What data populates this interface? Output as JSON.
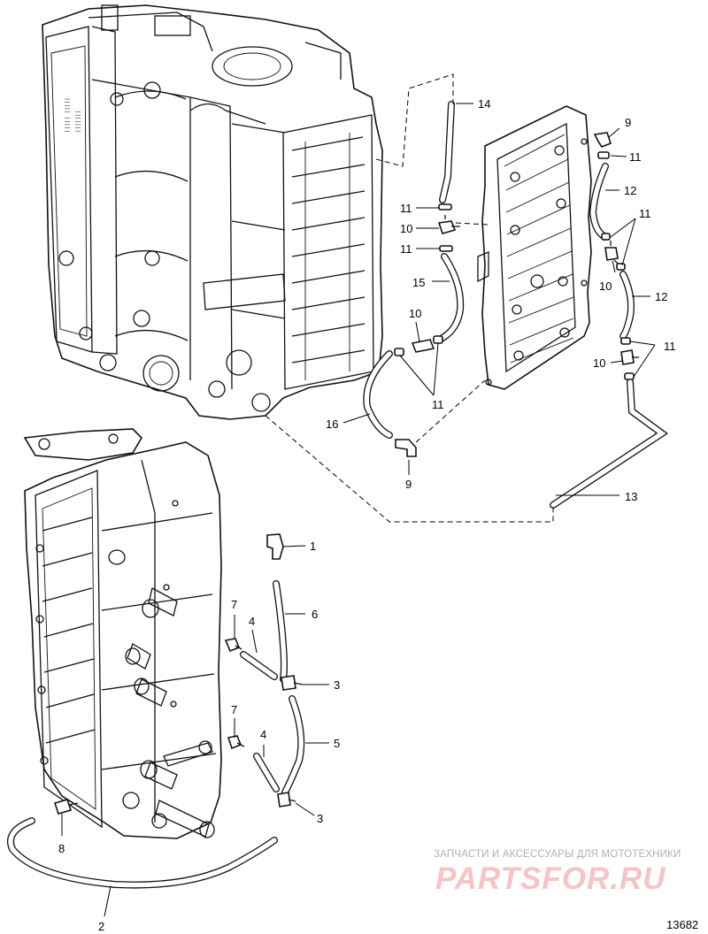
{
  "diagram": {
    "reference_number": "13682",
    "callouts": [
      {
        "id": "c14a",
        "text": "14"
      },
      {
        "id": "c9a",
        "text": "9"
      },
      {
        "id": "c11a",
        "text": "11"
      },
      {
        "id": "c12a",
        "text": "12"
      },
      {
        "id": "c11b",
        "text": "11"
      },
      {
        "id": "c10a",
        "text": "10"
      },
      {
        "id": "c11c",
        "text": "11"
      },
      {
        "id": "c11d",
        "text": "11"
      },
      {
        "id": "c10b",
        "text": "10"
      },
      {
        "id": "c12b",
        "text": "12"
      },
      {
        "id": "c15",
        "text": "15"
      },
      {
        "id": "c10c",
        "text": "10"
      },
      {
        "id": "c11e",
        "text": "11"
      },
      {
        "id": "c10d",
        "text": "10"
      },
      {
        "id": "c11f",
        "text": "11"
      },
      {
        "id": "c16",
        "text": "16"
      },
      {
        "id": "c9b",
        "text": "9"
      },
      {
        "id": "c13",
        "text": "13"
      },
      {
        "id": "c1",
        "text": "1"
      },
      {
        "id": "c7a",
        "text": "7"
      },
      {
        "id": "c4a",
        "text": "4"
      },
      {
        "id": "c6",
        "text": "6"
      },
      {
        "id": "c3a",
        "text": "3"
      },
      {
        "id": "c7b",
        "text": "7"
      },
      {
        "id": "c4b",
        "text": "4"
      },
      {
        "id": "c5",
        "text": "5"
      },
      {
        "id": "c3b",
        "text": "3"
      },
      {
        "id": "c8",
        "text": "8"
      },
      {
        "id": "c2",
        "text": "2"
      }
    ]
  },
  "watermark": {
    "tagline": "ЗАПЧАСТИ И АКСЕССУАРЫ ДЛЯ МОТОТЕХНИКИ",
    "logo": "PARTSFOR.RU"
  }
}
